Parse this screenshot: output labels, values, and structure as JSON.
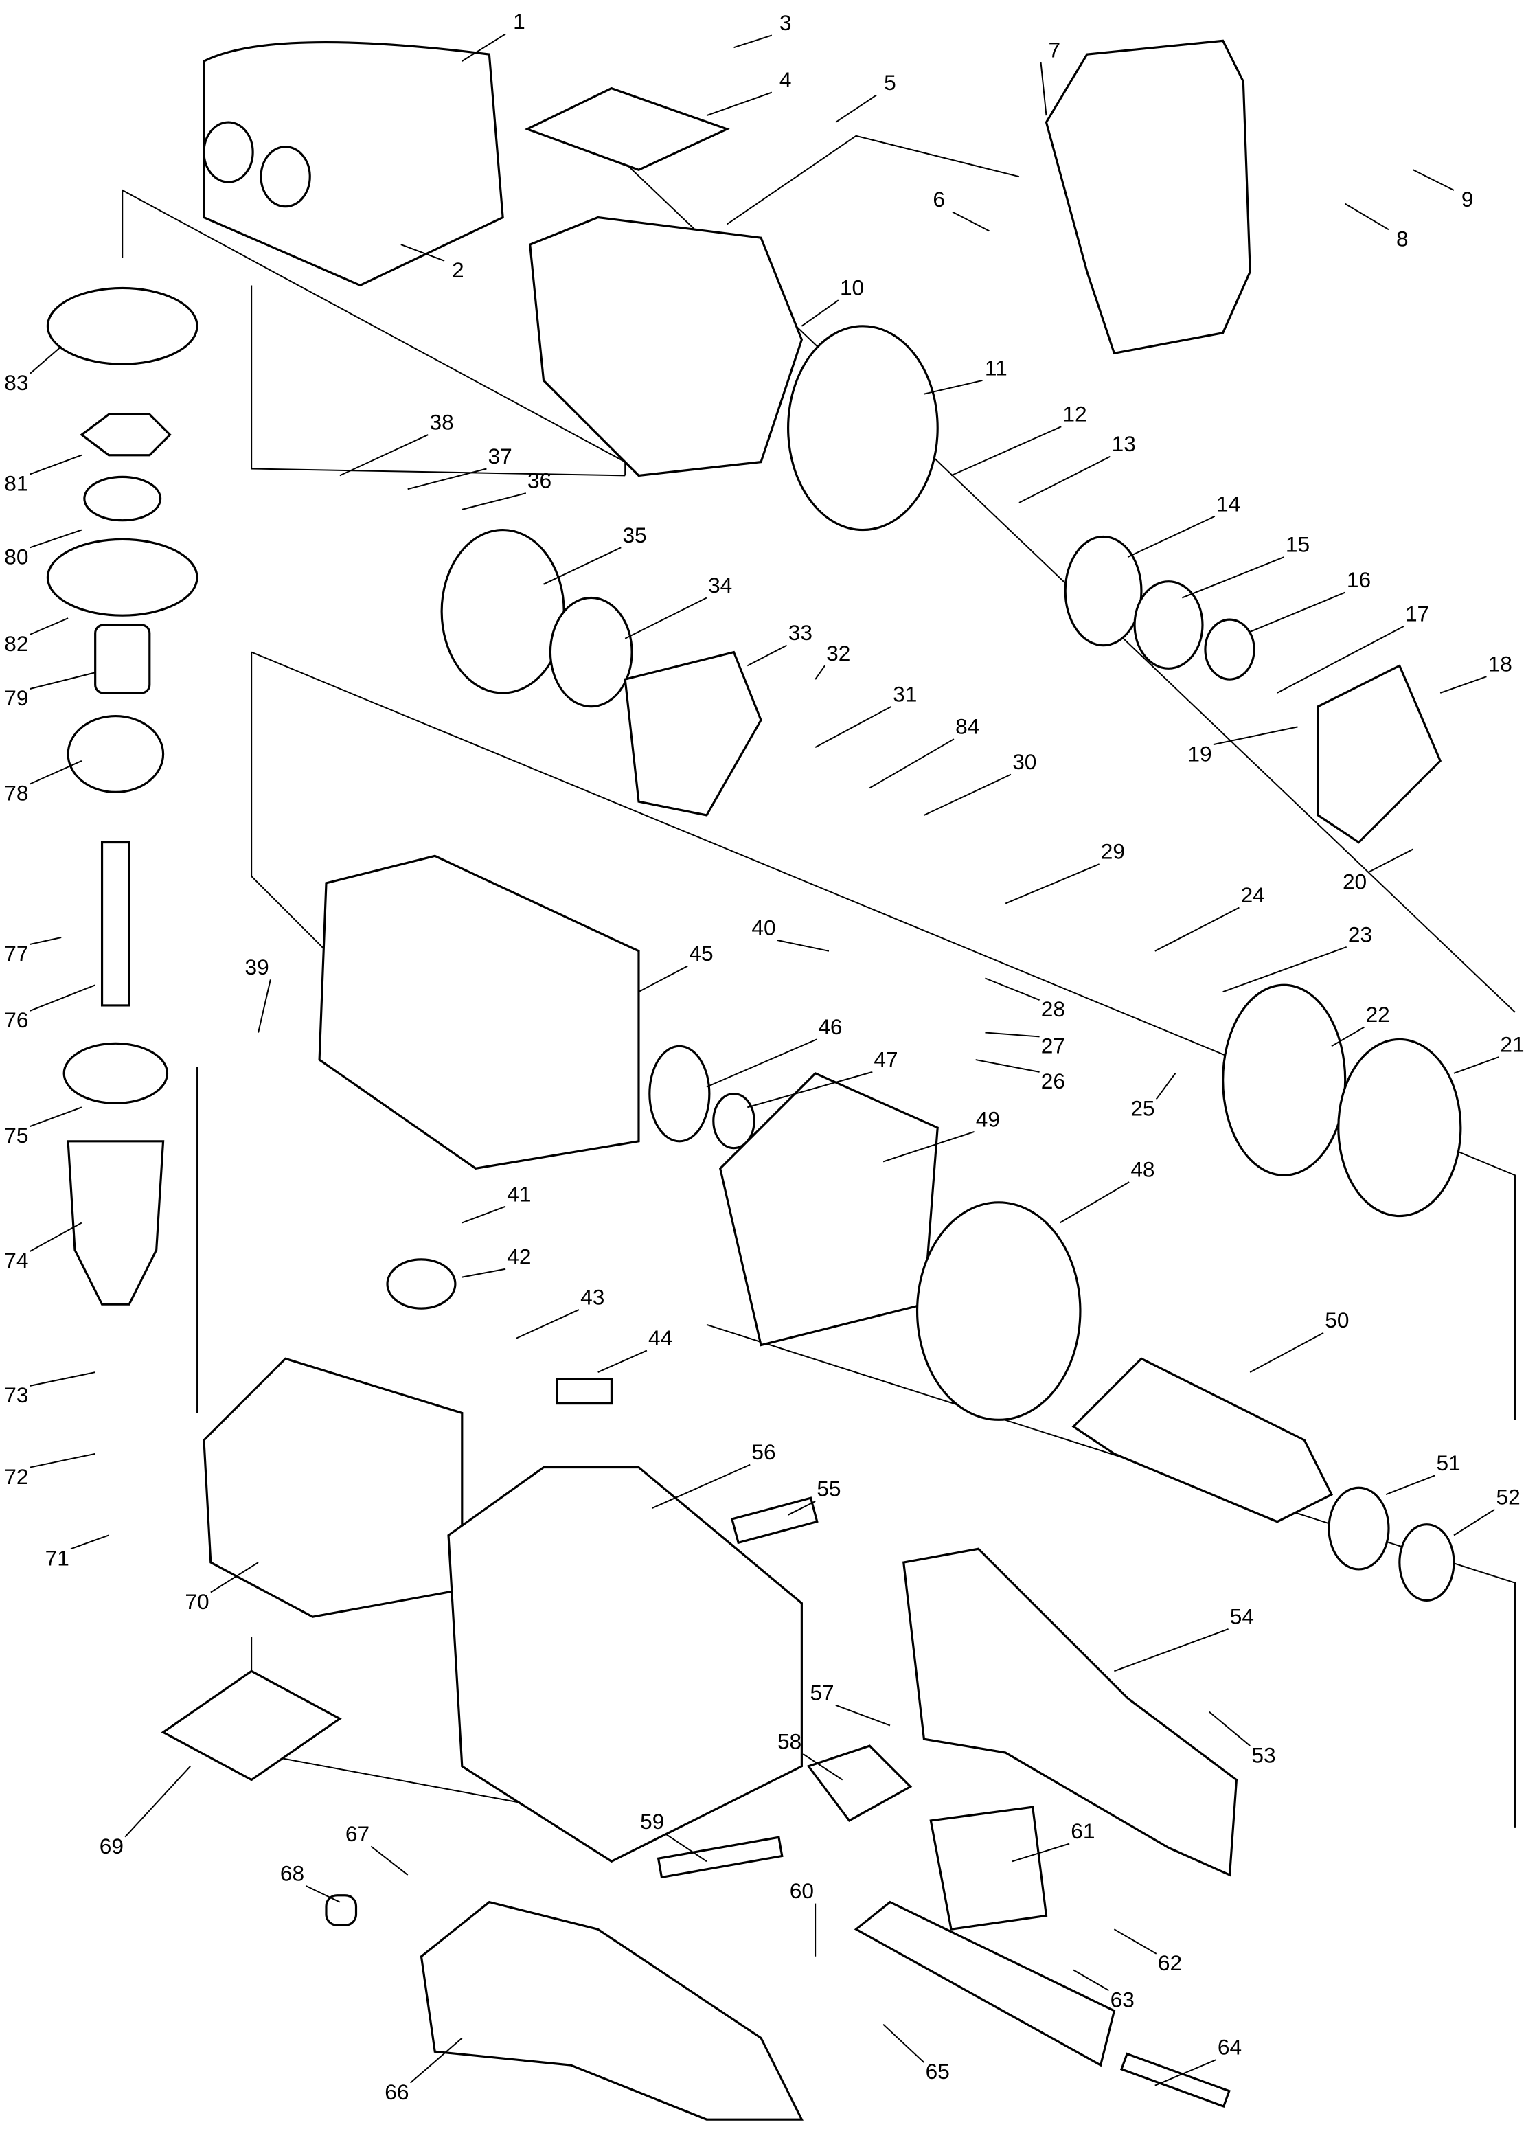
{
  "title": "",
  "part_numbers": [
    "1",
    "2",
    "3",
    "4",
    "5",
    "6",
    "7",
    "8",
    "9",
    "10",
    "11",
    "12",
    "13",
    "14",
    "15",
    "16",
    "17",
    "18",
    "19",
    "20",
    "21",
    "22",
    "23",
    "24",
    "25",
    "26",
    "27",
    "28",
    "29",
    "30",
    "31",
    "32",
    "33",
    "34",
    "35",
    "36",
    "37",
    "38",
    "39",
    "40",
    "41",
    "42",
    "43",
    "44",
    "45",
    "46",
    "47",
    "48",
    "49",
    "50",
    "51",
    "52",
    "53",
    "54",
    "55",
    "56",
    "57",
    "58",
    "59",
    "60",
    "61",
    "62",
    "63",
    "64",
    "65",
    "66",
    "67",
    "68",
    "69",
    "70",
    "71",
    "72",
    "73",
    "74",
    "75",
    "76",
    "77",
    "78",
    "79",
    "80",
    "81",
    "82",
    "83",
    "84"
  ]
}
